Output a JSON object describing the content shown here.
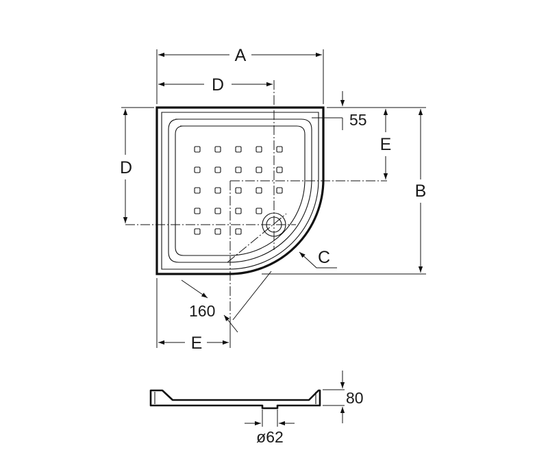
{
  "labels": {
    "a": "A",
    "b": "B",
    "c": "C",
    "d_top": "D",
    "d_left": "D",
    "e_right": "E",
    "e_bottom": "E"
  },
  "dimensions": {
    "rim_width": "55",
    "drain_offset": "160",
    "tray_height": "80",
    "drain_diameter": "ø62"
  }
}
